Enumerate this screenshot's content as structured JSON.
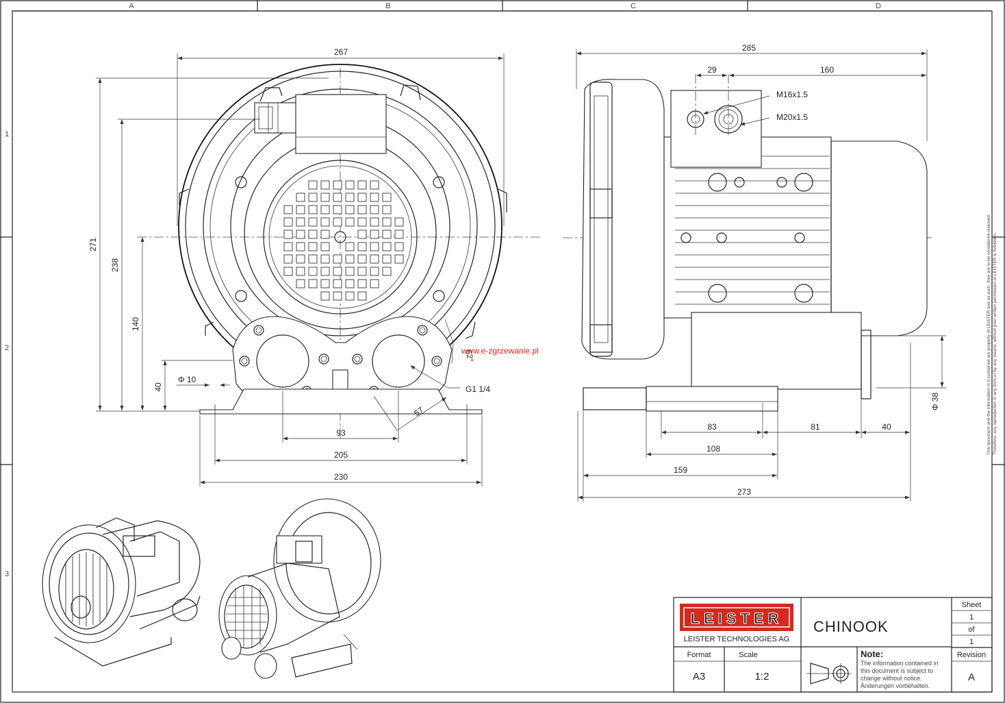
{
  "drawing": {
    "zones_columns": [
      "A",
      "B",
      "C",
      "D"
    ],
    "zones_rows": [
      "1",
      "2",
      "3"
    ]
  },
  "front_view": {
    "dims": {
      "width_total": "267",
      "height_total": "271",
      "height_2": "238",
      "center_height": "140",
      "foot_height": "40",
      "hole_dia": "Φ 10",
      "outlet_spacing": "93",
      "foot_span": "205",
      "base_width": "230",
      "port_offset": "57",
      "port_angle": "62°",
      "thread": "G1 1/4"
    }
  },
  "side_view": {
    "dims": {
      "overall_length": "285",
      "gland_offset": "29",
      "gland_length": "160",
      "thread_small": "M16x1.5",
      "thread_large": "M20x1.5",
      "base_83": "83",
      "base_81": "81",
      "base_40": "40",
      "base_108": "108",
      "base_159": "159",
      "base_273": "273",
      "outlet_dia": "Φ 38"
    }
  },
  "watermark": "www.e-zgrzewanie.pl",
  "copyright": {
    "line1": "This document and the information in it contained are property of LEISTER and as such, they are to be considered reserved.",
    "line2": "Therefore, any reproduction in any form or by any means, without prior written permission of LEISTER is forbidden."
  },
  "title_block": {
    "logo_text": "LEISTER",
    "company": "LEISTER TECHNOLOGIES AG",
    "product": "CHINOOK",
    "sheet_label": "Sheet",
    "sheet_no": "1",
    "of_label": "of",
    "sheet_total": "1",
    "format_label": "Format",
    "format_value": "A3",
    "scale_label": "Scale",
    "scale_value": "1:2",
    "note_label": "Note:",
    "note_text": [
      "The information contained in",
      "this document is subject to",
      "change without notice.",
      "Änderungen vorbehalten."
    ],
    "revision_label": "Revision",
    "revision_value": "A"
  },
  "colors": {
    "logo_red": "#d42a1e",
    "watermark_red": "#e02020",
    "line": "#222222"
  }
}
